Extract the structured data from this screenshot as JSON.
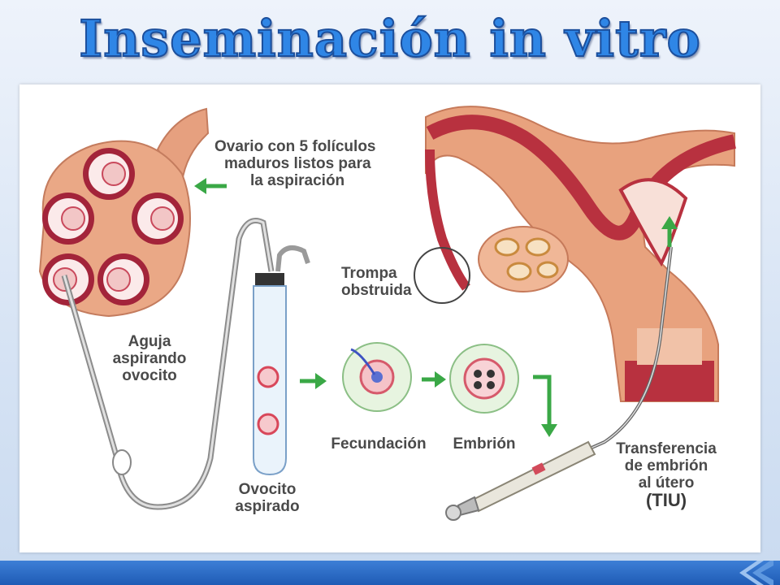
{
  "slide": {
    "title": "Inseminación in vitro"
  },
  "diagram": {
    "labels": {
      "ovary_line1": "Ovario con 5 folículos",
      "ovary_line2": "maduros listos para",
      "ovary_line3": "la aspiración",
      "needle_line1": "Aguja",
      "needle_line2": "aspirando",
      "needle_line3": "ovocito",
      "oocyte_line1": "Ovocito",
      "oocyte_line2": "aspirado",
      "tube_line1": "Trompa",
      "tube_line2": "obstruida",
      "fertilization": "Fecundación",
      "embryo": "Embrión",
      "transfer_line1": "Transferencia",
      "transfer_line2": "de embrión",
      "transfer_line3": "al útero",
      "transfer_abbrev": "(TIU)"
    },
    "colors": {
      "arrow": "#3aa846",
      "uterus": "#b8313f",
      "tissue": "#e8a27e",
      "follicle": "#a3243a",
      "title_fill": "#2f86e6"
    }
  }
}
